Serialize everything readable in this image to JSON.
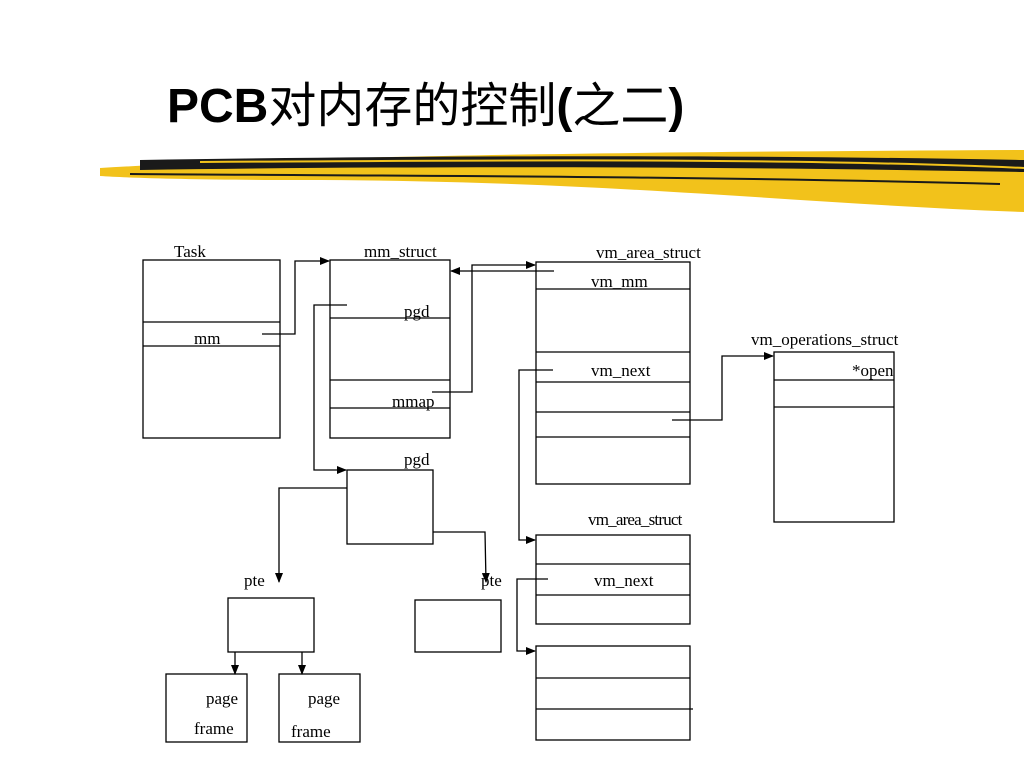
{
  "title": {
    "latin": "PCB",
    "cjk": "对内存的控制",
    "paren_open": "(",
    "paren_text": "之二",
    "paren_close": ")"
  },
  "labels": {
    "task": "Task",
    "mm": "mm",
    "mm_struct": "mm_struct",
    "pgd_field": "pgd",
    "mmap": "mmap",
    "vm_area_struct_1": "vm_area_struct",
    "vm_mm": "vm_mm",
    "vm_next_1": "vm_next",
    "vm_operations_struct": "vm_operations_struct",
    "open": "*open",
    "pgd_table": "pgd",
    "vm_area_struct_2": "vm_area_struct",
    "vm_next_2": "vm_next",
    "pte_left": "pte",
    "pte_right": "pte",
    "page_1": "page",
    "frame_1": "frame",
    "page_2": "page",
    "frame_2": "frame"
  }
}
